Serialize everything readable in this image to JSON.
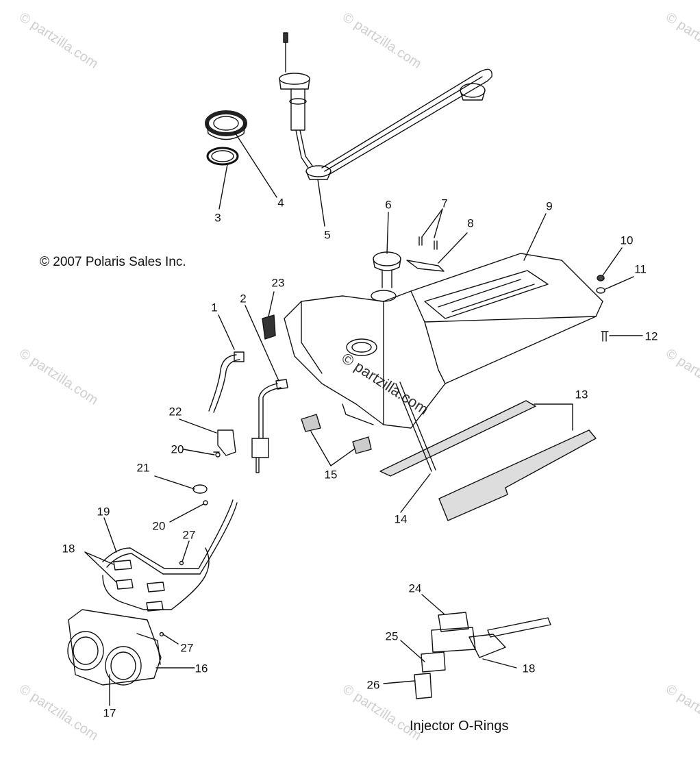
{
  "copyright": "© 2007 Polaris Sales Inc.",
  "caption": "Injector O-Rings",
  "watermark": "© partzilla.com",
  "callouts": [
    "1",
    "2",
    "3",
    "4",
    "5",
    "6",
    "7",
    "8",
    "9",
    "10",
    "11",
    "12",
    "13",
    "14",
    "15",
    "16",
    "17",
    "18",
    "19",
    "20",
    "20",
    "21",
    "22",
    "23",
    "24",
    "25",
    "26",
    "27",
    "27",
    "18"
  ]
}
